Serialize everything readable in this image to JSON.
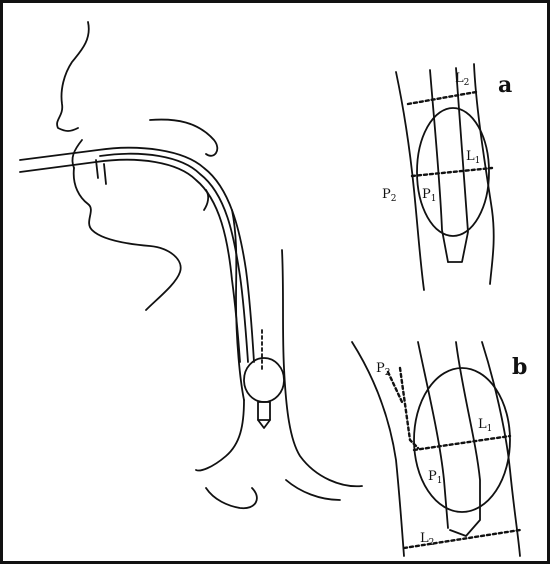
{
  "panels": {
    "a": {
      "letter": "a",
      "labels": {
        "l2": {
          "base": "L",
          "sub": "2"
        },
        "l1": {
          "base": "L",
          "sub": "1"
        },
        "p2": {
          "base": "P",
          "sub": "2"
        },
        "p1": {
          "base": "P",
          "sub": "1"
        }
      }
    },
    "b": {
      "letter": "b",
      "labels": {
        "p2": {
          "base": "P",
          "sub": "2"
        },
        "l1": {
          "base": "L",
          "sub": "1"
        },
        "p1": {
          "base": "P",
          "sub": "1"
        },
        "l2": {
          "base": "L",
          "sub": "2"
        }
      }
    }
  },
  "colors": {
    "line": "#111111",
    "background": "#ffffff"
  }
}
